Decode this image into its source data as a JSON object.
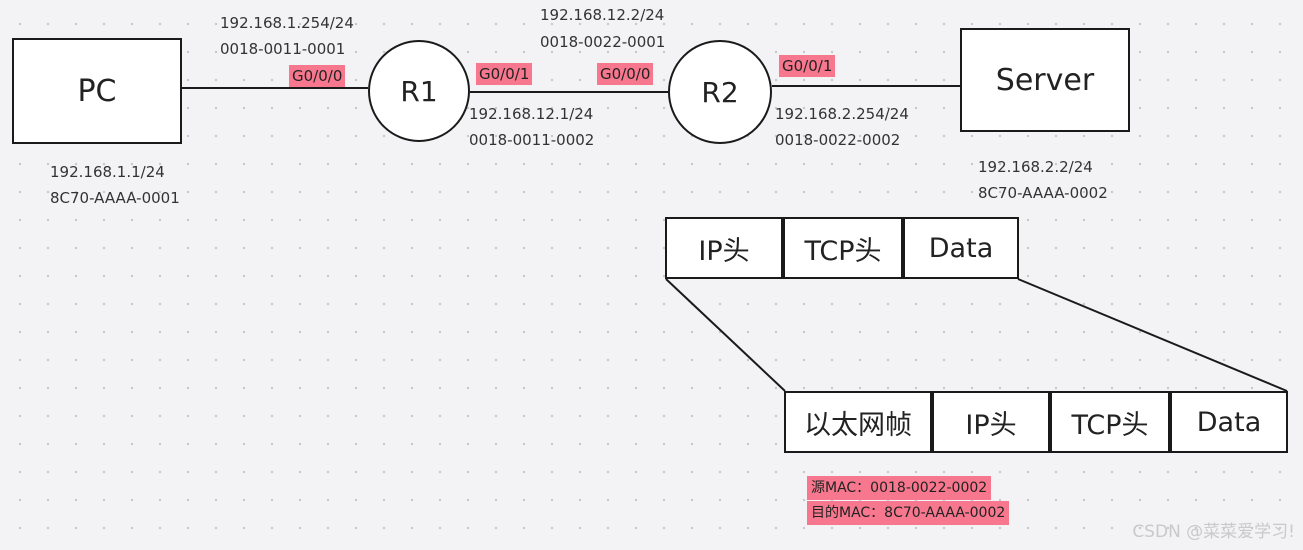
{
  "devices": {
    "pc": {
      "label": "PC",
      "ip": "192.168.1.1/24",
      "mac": "8C70-AAAA-0001"
    },
    "r1": {
      "label": "R1"
    },
    "r2": {
      "label": "R2"
    },
    "server": {
      "label": "Server",
      "ip": "192.168.2.2/24",
      "mac": "8C70-AAAA-0002"
    }
  },
  "interfaces": {
    "r1_g000": {
      "name": "G0/0/0",
      "ip": "192.168.1.254/24",
      "mac": "0018-0011-0001"
    },
    "r1_g001": {
      "name": "G0/0/1",
      "ip": "192.168.12.1/24",
      "mac": "0018-0011-0002"
    },
    "r2_g000": {
      "name": "G0/0/0",
      "ip": "192.168.12.2/24",
      "mac": "0018-0022-0001"
    },
    "r2_g001": {
      "name": "G0/0/1",
      "ip": "192.168.2.254/24",
      "mac": "0018-0022-0002"
    }
  },
  "packet": {
    "fields": [
      "IP头",
      "TCP头",
      "Data"
    ]
  },
  "frame": {
    "fields": [
      "以太网帧",
      "IP头",
      "TCP头",
      "Data"
    ]
  },
  "frame_notes": {
    "src_mac": "源MAC：0018-0022-0002",
    "dst_mac": "目的MAC：8C70-AAAA-0002"
  },
  "highlight_color": "#f7788e",
  "watermark": "CSDN @菜菜爱学习!"
}
